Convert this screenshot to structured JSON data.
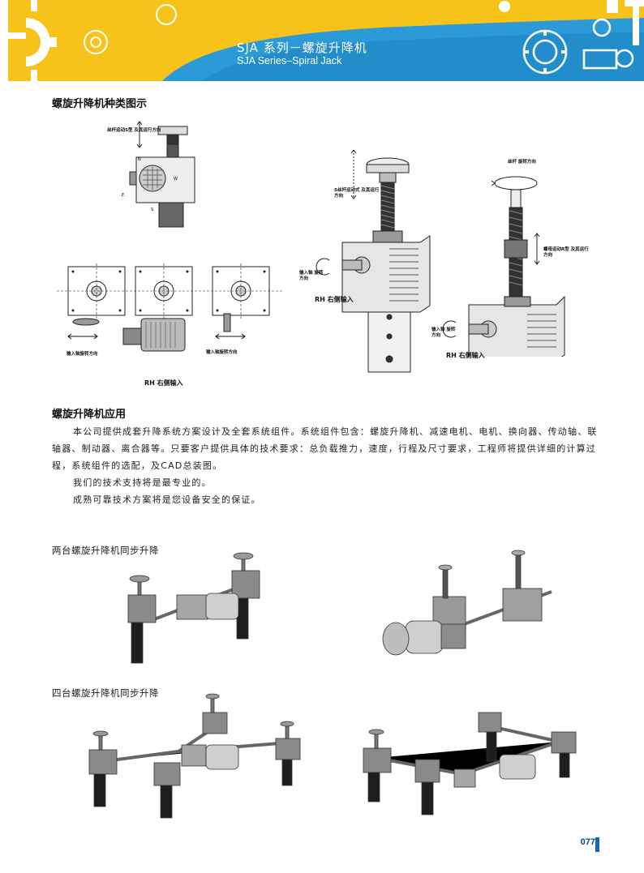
{
  "header": {
    "title_cn": "SJA 系列－螺旋升降机",
    "title_en": "SJA Series–Spiral Jack",
    "colors": {
      "yellow": "#f7c31a",
      "blue": "#2b9ad6"
    }
  },
  "section1": {
    "heading": "螺旋升降机种类图示",
    "diagram_left": {
      "label_top": "丝杆运动S型 及其运行方向",
      "compass": [
        "N",
        "W",
        "E",
        "S"
      ],
      "input_dir_left": "输入轴旋转方向",
      "input_dir_right": "输入轴旋转方向",
      "caption": "RH 右侧输入"
    },
    "diagram_mid": {
      "label_top": "S丝杆运动式 及其运行方向",
      "input_label": "输入轴 旋转方向",
      "caption": "RH 右侧输入"
    },
    "diagram_right": {
      "label_top": "丝杆 旋转方向",
      "nut_label": "螺母运动R型 及其运行方向",
      "input_label": "输入轴 旋转方向",
      "caption": "RH 右侧输入"
    }
  },
  "section2": {
    "heading": "螺旋升降机应用",
    "paragraphs": [
      "本公司提供成套升降系统方案设计及全套系统组件。系统组件包含：螺旋升降机、减速电机、电机、换向器、传动轴、联轴器、制动器、离合器等。只要客户提供具体的技术要求：总负载推力，速度，行程及尺寸要求，工程师将提供详细的计算过程，系统组件的选配，及CAD总装图。",
      "我们的技术支持将是最专业的。",
      "成熟可靠技术方案将是您设备安全的保证。"
    ]
  },
  "apps": {
    "two_caption": "两台螺旋升降机同步升降",
    "four_caption": "四台螺旋升降机同步升降"
  },
  "footer": {
    "page": "077"
  }
}
